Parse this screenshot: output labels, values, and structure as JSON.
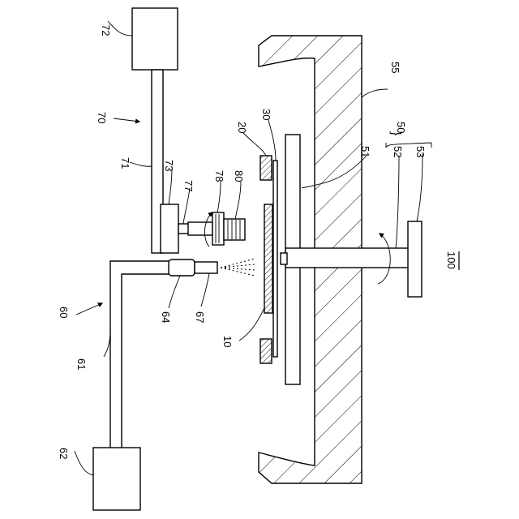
{
  "labels": {
    "l72": "72",
    "l70": "70",
    "l71": "71",
    "l73": "73",
    "l77": "77",
    "l78": "78",
    "l80": "80",
    "l20": "20",
    "l30": "30",
    "l50": "50",
    "l51": "51",
    "l52": "52",
    "l53": "53",
    "l55": "55",
    "l60": "60",
    "l61": "61",
    "l62": "62",
    "l64": "64",
    "l67": "67",
    "l10": "10",
    "l100": "100"
  }
}
